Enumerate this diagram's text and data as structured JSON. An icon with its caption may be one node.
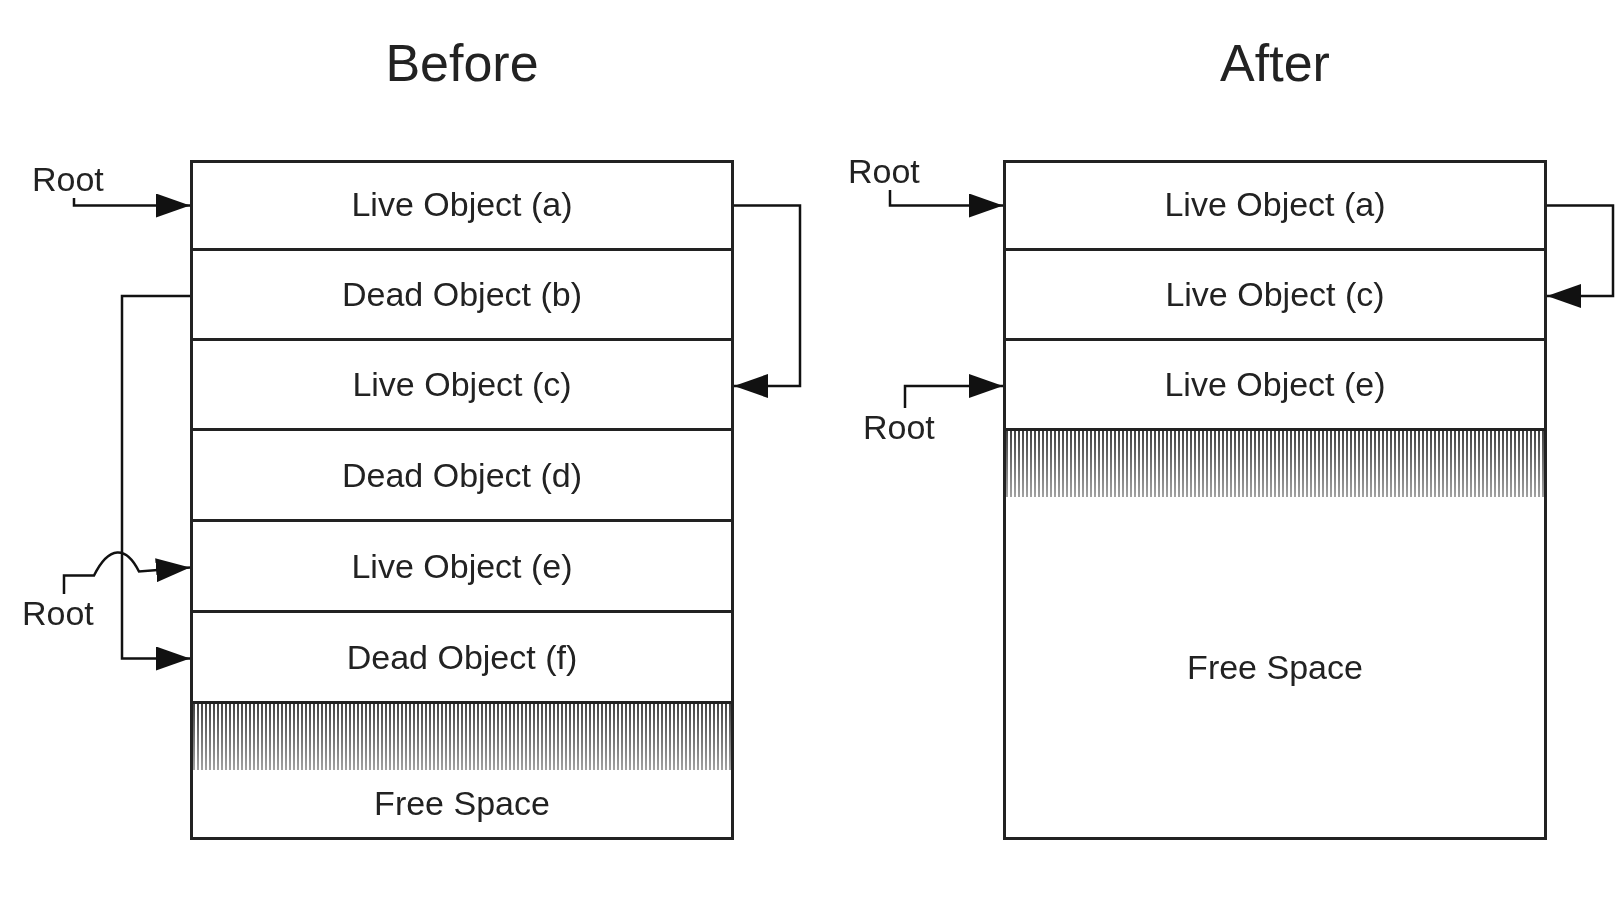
{
  "diagram": {
    "nodes": [
      {
        "text": [
          "Before"
        ]
      },
      {
        "text": [
          "Live Object (a)"
        ],
        "in": 0
      },
      {
        "text": [
          "Dead Object (b)"
        ],
        "in": 0
      },
      {
        "text": [
          "Live Object (c)"
        ],
        "in": 0
      },
      {
        "text": [
          "Dead Object (d)"
        ],
        "in": 0
      },
      {
        "text": [
          "Live Object (e)"
        ],
        "in": 0
      },
      {
        "text": [
          "Dead Object (f)"
        ],
        "in": 0
      },
      {
        "text": [
          "Free Space"
        ],
        "in": 0
      },
      {
        "text": [
          "Root"
        ]
      },
      {
        "text": [
          "Root"
        ]
      },
      {
        "text": [
          "After"
        ]
      },
      {
        "text": [
          "Live Object (a)"
        ],
        "in": 10
      },
      {
        "text": [
          "Live Object (c)"
        ],
        "in": 10
      },
      {
        "text": [
          "Live Object (e)"
        ],
        "in": 10
      },
      {
        "text": [
          "Free Space"
        ],
        "in": 10
      },
      {
        "text": [
          "Root"
        ]
      },
      {
        "text": [
          "Root"
        ]
      }
    ],
    "edges": [
      {
        "from": 8,
        "to": 1,
        "arrow": "to"
      },
      {
        "from": 1,
        "to": 3,
        "arrow": "to"
      },
      {
        "from": 2,
        "to": 6,
        "arrow": "to"
      },
      {
        "from": 9,
        "to": 5,
        "arrow": "to"
      },
      {
        "from": 15,
        "to": 11,
        "arrow": "to"
      },
      {
        "from": 11,
        "to": 12,
        "arrow": "to"
      },
      {
        "from": 16,
        "to": 13,
        "arrow": "to"
      }
    ]
  }
}
